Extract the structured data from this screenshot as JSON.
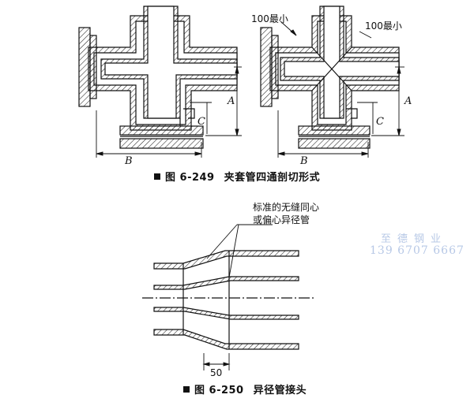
{
  "figure_249": {
    "dim_min_left": "100最小",
    "dim_min_right": "100最小",
    "label_a_left": "A",
    "label_a_right": "A",
    "label_b_left": "B",
    "label_b_right": "B",
    "label_c_left": "C",
    "label_c_right": "C",
    "caption_number": "图 6-249",
    "caption_title": "夹套管四通剖切形式"
  },
  "figure_250": {
    "callout_line1": "标准的无缝同心",
    "callout_line2": "或偏心异径管",
    "dim_50": "50",
    "caption_number": "图 6-250",
    "caption_title": "异径管接头"
  },
  "watermark": {
    "company": "至德钢业",
    "phone": "139 6707 6667"
  },
  "colors": {
    "line": "#111111",
    "hatch": "#222222",
    "watermark": "#b7c8e6"
  }
}
